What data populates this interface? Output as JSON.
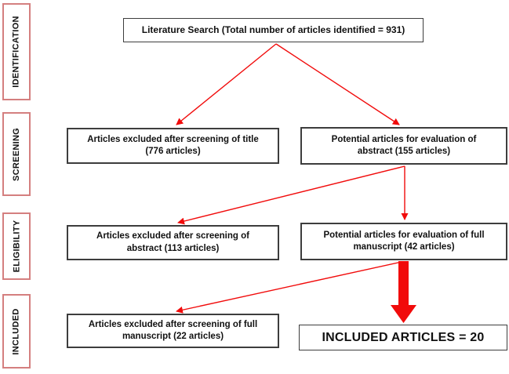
{
  "colors": {
    "arrow_red": "#f10b0b",
    "sidebar_border": "#d47f7f",
    "box_border": "#3d3d3d",
    "text": "#111111",
    "background": "#ffffff"
  },
  "sidebar": {
    "stages": [
      {
        "label": "IDENTIFICATION"
      },
      {
        "label": "SCREENING"
      },
      {
        "label": "ELIGIBILITY"
      },
      {
        "label": "INCLUDED"
      }
    ]
  },
  "boxes": {
    "literature_search": {
      "line1": "Literature Search (Total number of articles identified = 931)"
    },
    "excluded_title": {
      "line1": "Articles excluded after screening of title",
      "line2": "(776 articles)"
    },
    "potential_abstract": {
      "line1": "Potential articles for evaluation of",
      "line2": "abstract (155 articles)"
    },
    "excluded_abstract": {
      "line1": "Articles excluded after screening of",
      "line2": "abstract (113 articles)"
    },
    "potential_full": {
      "line1": "Potential articles for evaluation of full",
      "line2": "manuscript (42 articles)"
    },
    "excluded_full": {
      "line1": "Articles excluded after screening of full",
      "line2": "manuscript (22 articles)"
    },
    "included": {
      "line1": "INCLUDED ARTICLES = 20"
    }
  },
  "counts": {
    "identified": 931,
    "excluded_title": 776,
    "potential_abstract": 155,
    "excluded_abstract": 113,
    "potential_full_manuscript": 42,
    "excluded_full_manuscript": 22,
    "included": 20
  }
}
